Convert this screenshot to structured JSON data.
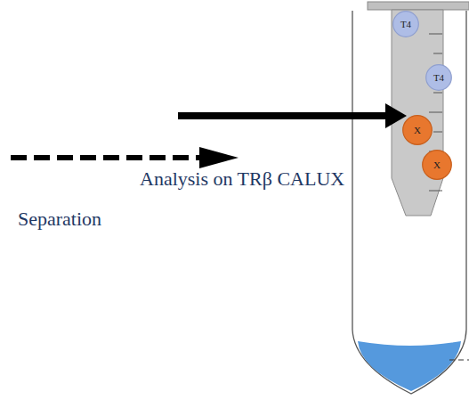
{
  "diagram": {
    "nodes": [
      {
        "text": [
          "T4"
        ]
      },
      {
        "text": [
          "T4"
        ]
      },
      {
        "text": [
          "X"
        ]
      },
      {
        "text": [
          "X"
        ]
      }
    ],
    "labels": [
      "Analysis on TRβ CALUX",
      "Separation"
    ]
  }
}
